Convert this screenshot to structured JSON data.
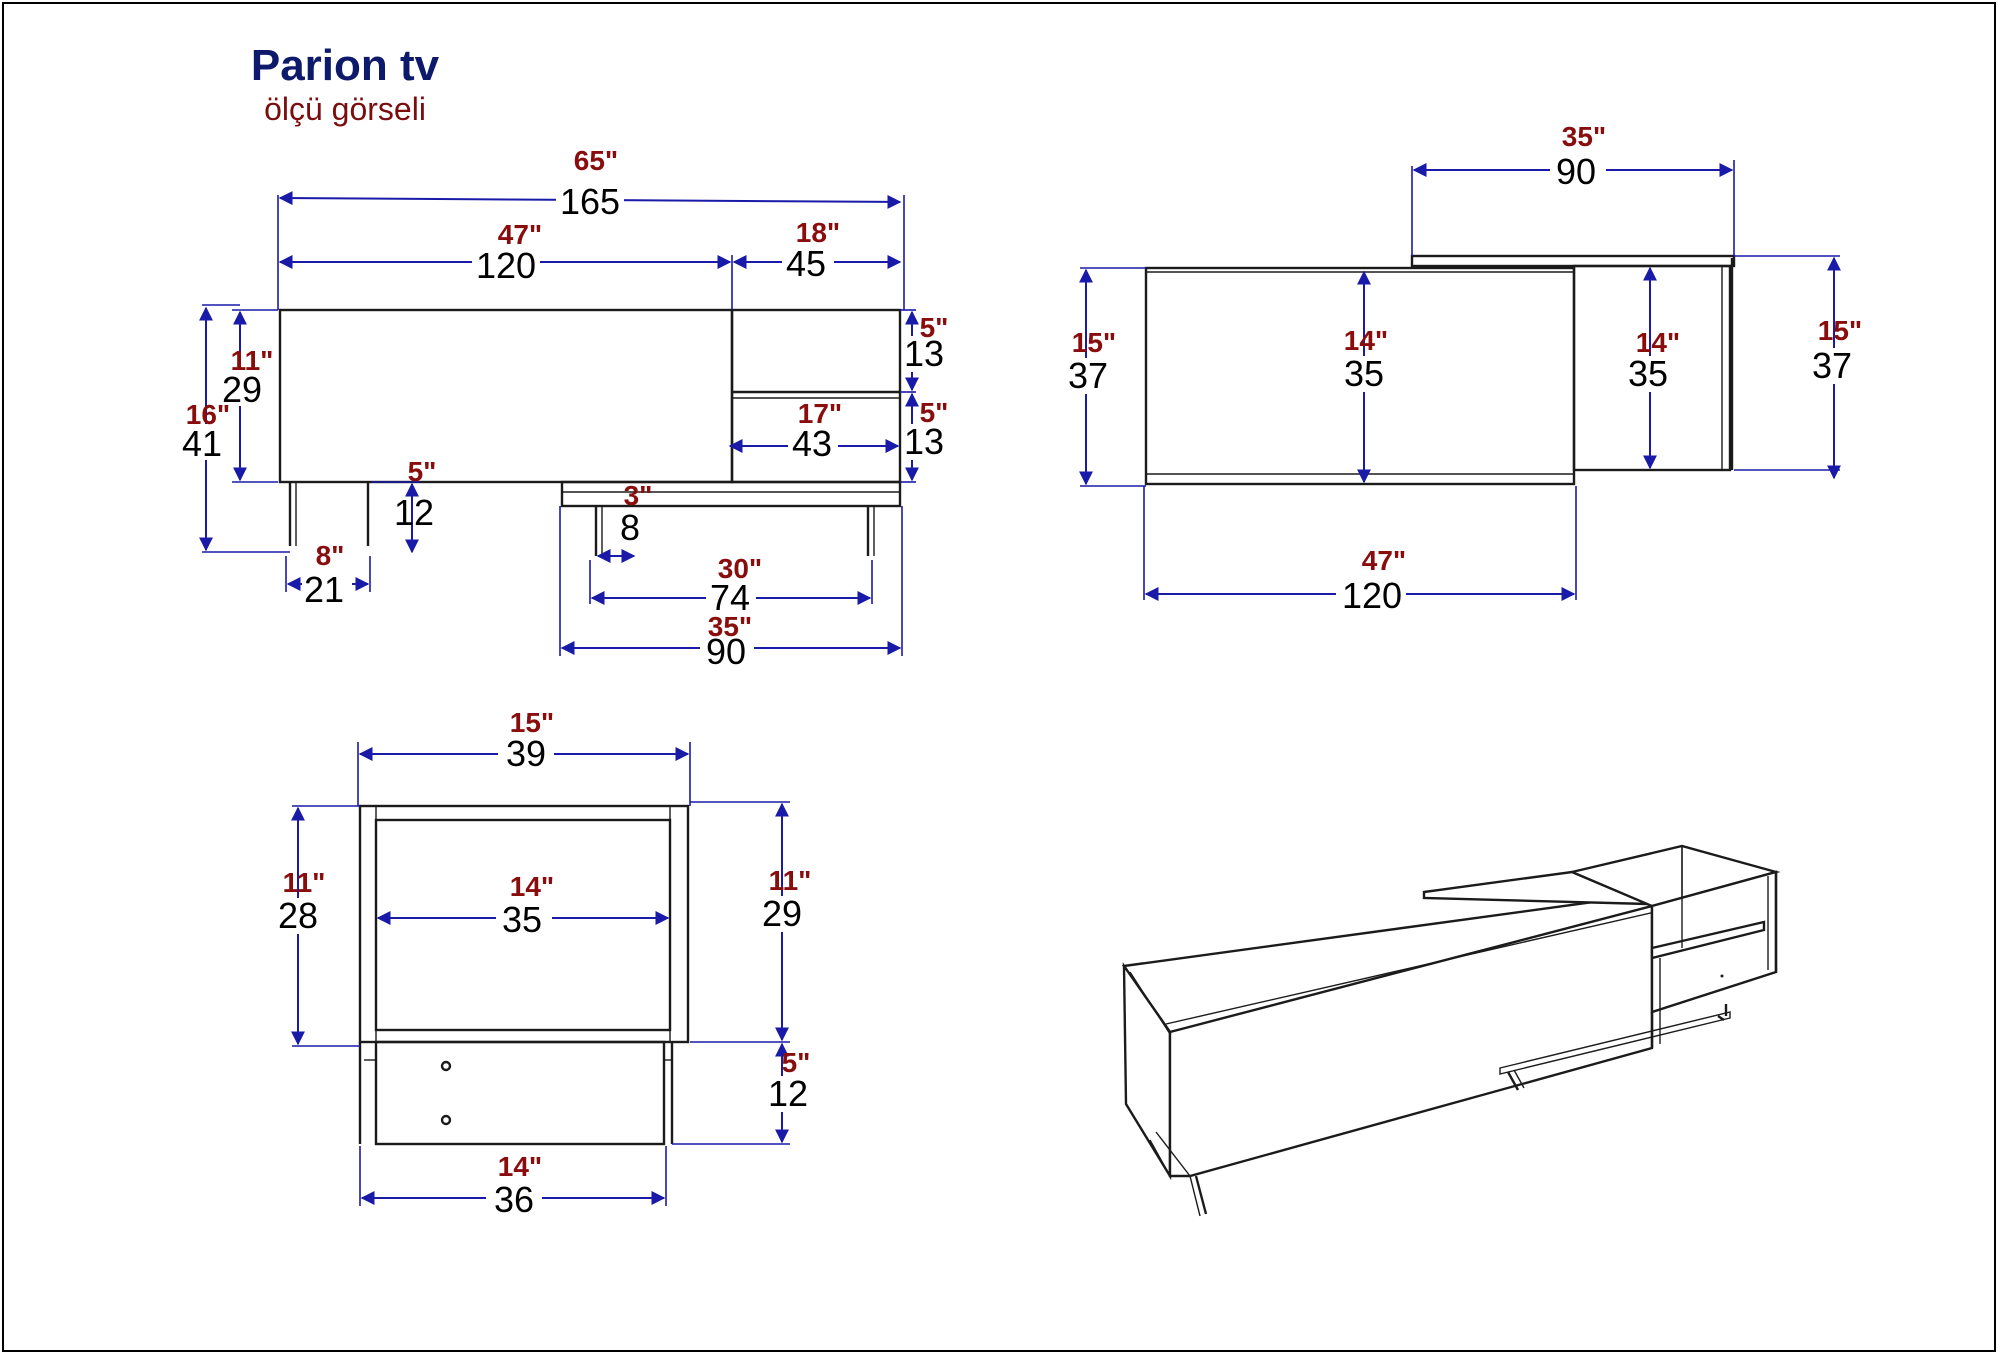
{
  "title": "Parion tv",
  "subtitle": "ölçü görseli",
  "front_view": {
    "total_width": {
      "cm": "165",
      "in": "65\""
    },
    "left_width": {
      "cm": "120",
      "in": "47\""
    },
    "right_width": {
      "cm": "45",
      "in": "18\""
    },
    "body_height": {
      "cm": "29",
      "in": "11\""
    },
    "total_height": {
      "cm": "41",
      "in": "16\""
    },
    "leg_height": {
      "cm": "12",
      "in": "5\""
    },
    "leg_spacing": {
      "cm": "21",
      "in": "8\""
    },
    "shelf_top": {
      "cm": "13",
      "in": "5\""
    },
    "shelf_bottom": {
      "cm": "13",
      "in": "5\""
    },
    "shelf_width": {
      "cm": "43",
      "in": "17\""
    },
    "base_offset": {
      "cm": "8",
      "in": "3\""
    },
    "leg_span": {
      "cm": "74",
      "in": "30\""
    },
    "base_width": {
      "cm": "90",
      "in": "35\""
    }
  },
  "top_view": {
    "top_width": {
      "cm": "90",
      "in": "35\""
    },
    "left_depth": {
      "cm": "37",
      "in": "15\""
    },
    "mid_depth": {
      "cm": "35",
      "in": "14\""
    },
    "right_inner_depth": {
      "cm": "35",
      "in": "14\""
    },
    "right_depth": {
      "cm": "37",
      "in": "15\""
    },
    "bottom_width": {
      "cm": "120",
      "in": "47\""
    }
  },
  "side_view": {
    "top_width": {
      "cm": "39",
      "in": "15\""
    },
    "left_height": {
      "cm": "28",
      "in": "11\""
    },
    "inner_width": {
      "cm": "35",
      "in": "14\""
    },
    "right_height": {
      "cm": "29",
      "in": "11\""
    },
    "leg_height": {
      "cm": "12",
      "in": "5\""
    },
    "bottom_width": {
      "cm": "36",
      "in": "14\""
    }
  }
}
